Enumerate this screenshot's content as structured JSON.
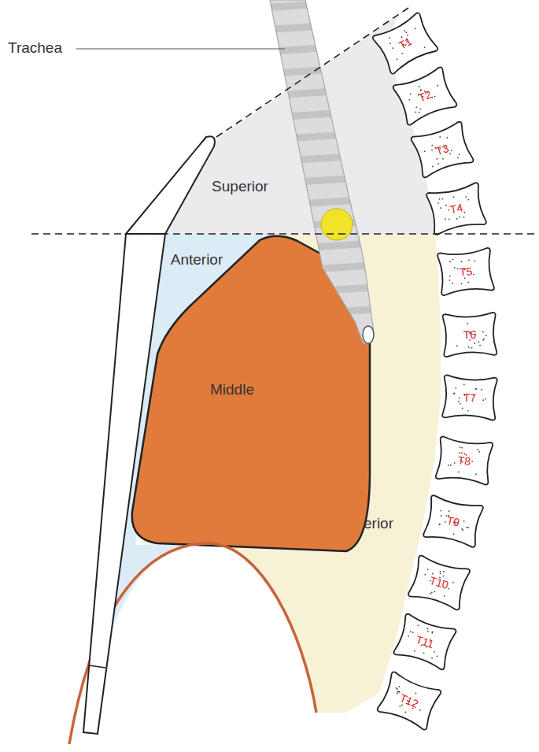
{
  "diagram": {
    "nodes": [
      {
        "text": [
          "Superior"
        ]
      },
      {
        "text": [
          "Anterior"
        ]
      },
      {
        "text": [
          "Middle"
        ]
      },
      {
        "text": [
          "Posterior"
        ]
      },
      {
        "text": [
          "T1"
        ]
      },
      {
        "text": [
          "T2"
        ]
      },
      {
        "text": [
          "T3"
        ]
      },
      {
        "text": [
          "T4"
        ]
      },
      {
        "text": [
          "T5"
        ]
      },
      {
        "text": [
          "T6"
        ]
      },
      {
        "text": [
          "T7"
        ]
      },
      {
        "text": [
          "T8"
        ]
      },
      {
        "text": [
          "T9"
        ]
      },
      {
        "text": [
          "T10"
        ]
      },
      {
        "text": [
          "T11"
        ]
      },
      {
        "text": [
          "T12"
        ]
      }
    ],
    "labels": [
      "Trachea"
    ]
  }
}
